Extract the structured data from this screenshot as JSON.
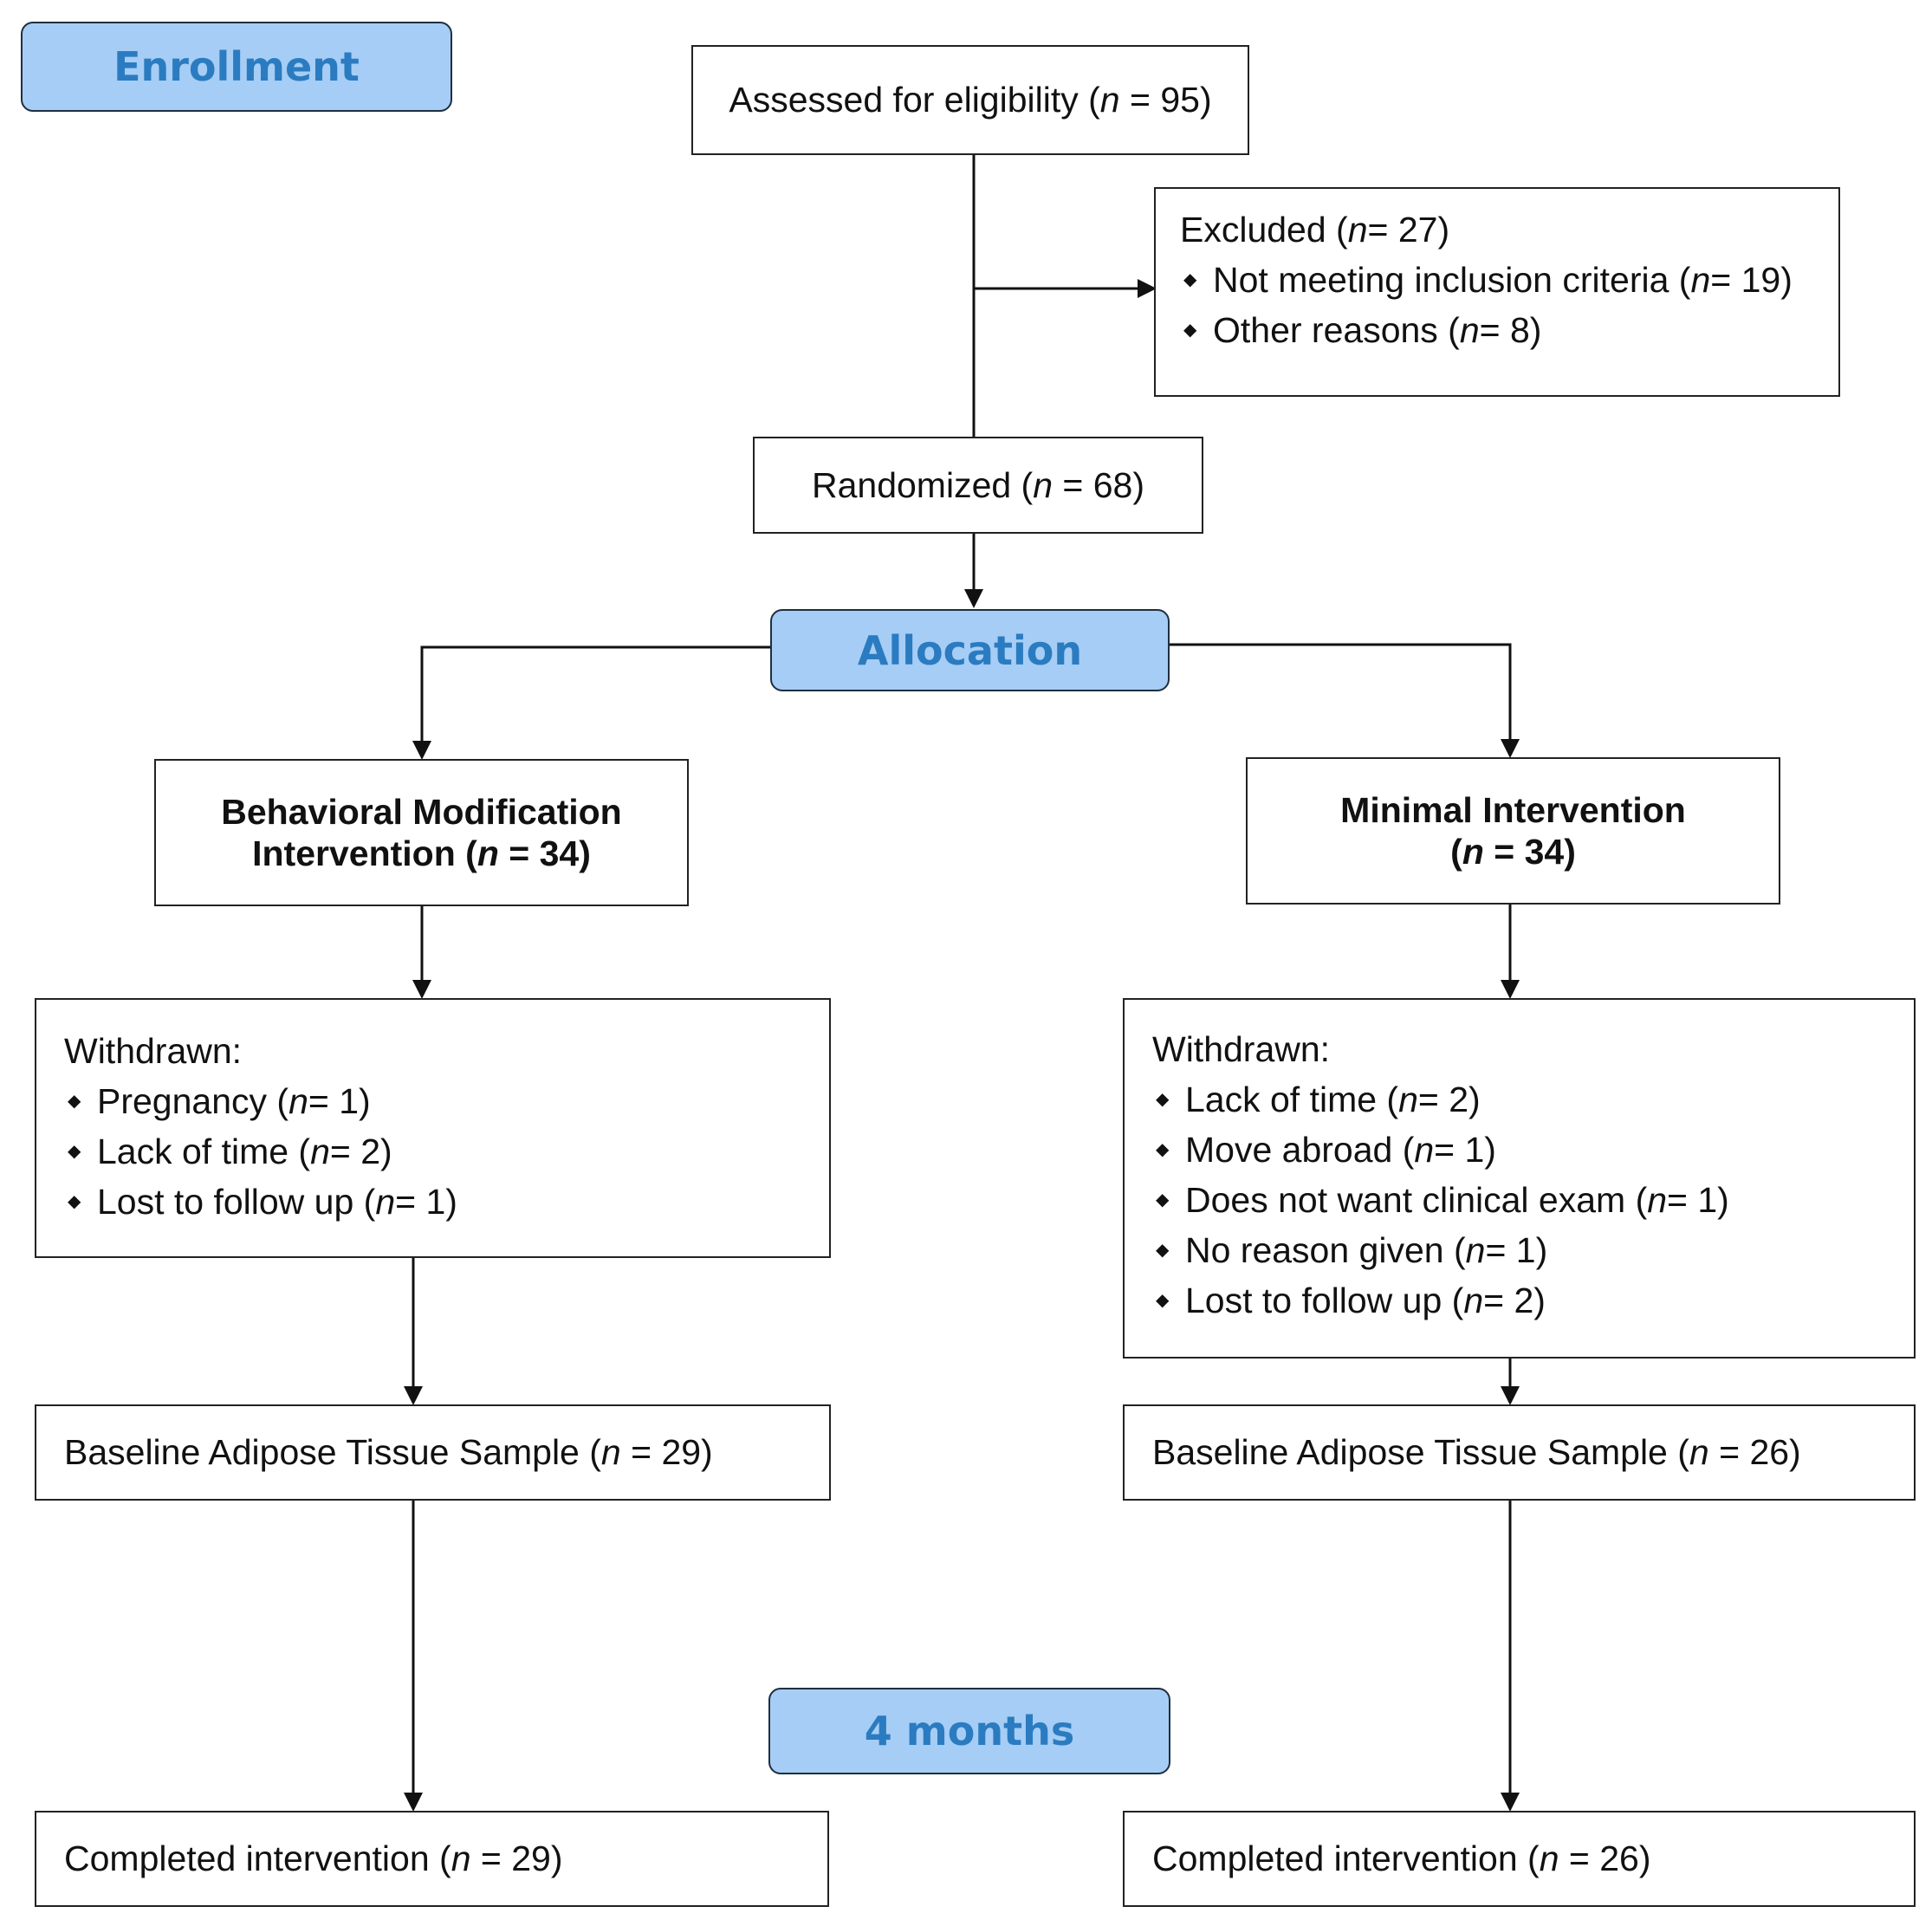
{
  "stages": {
    "enrollment": "Enrollment",
    "allocation": "Allocation",
    "followup": "4 months"
  },
  "assessed": {
    "label": "Assessed for eligibility (",
    "n_sym": "n",
    "value": " = 95)"
  },
  "excluded": {
    "head_label": "Excluded (",
    "head_n": "n",
    "head_value": " = 27)",
    "items": [
      {
        "label": "Not meeting inclusion criteria (",
        "n": "n",
        "value": " = 19)"
      },
      {
        "label": "Other reasons (",
        "n": "n",
        "value": " = 8)"
      }
    ]
  },
  "randomized": {
    "label": "Randomized (",
    "n_sym": "n",
    "value": " = 68)"
  },
  "arms": {
    "left": {
      "title_line1": "Behavioral Modification",
      "title_line2": "Intervention (",
      "n_sym": "n",
      "value": " = 34)",
      "withdrawn_head": "Withdrawn:",
      "withdrawn": [
        {
          "label": "Pregnancy (",
          "n": "n",
          "value": " = 1)"
        },
        {
          "label": "Lack of time (",
          "n": "n",
          "value": " = 2)"
        },
        {
          "label": "Lost to follow up (",
          "n": "n",
          "value": " = 1)"
        }
      ],
      "baseline": {
        "label": "Baseline Adipose Tissue Sample (",
        "n": "n",
        "value": " = 29)"
      },
      "completed": {
        "label": "Completed intervention (",
        "n": "n",
        "value": " = 29)"
      }
    },
    "right": {
      "title_line1": "Minimal Intervention",
      "title_line2": "(",
      "n_sym": "n",
      "value": " = 34)",
      "withdrawn_head": "Withdrawn:",
      "withdrawn": [
        {
          "label": "Lack of time (",
          "n": "n",
          "value": " = 2)"
        },
        {
          "label": "Move abroad (",
          "n": "n",
          "value": " = 1)"
        },
        {
          "label": "Does not want clinical exam (",
          "n": "n",
          "value": " = 1)"
        },
        {
          "label": "No reason given (",
          "n": "n",
          "value": " = 1)"
        },
        {
          "label": "Lost to follow up (",
          "n": "n",
          "value": " = 2)"
        }
      ],
      "baseline": {
        "label": "Baseline Adipose Tissue Sample (",
        "n": "n",
        "value": " = 26)"
      },
      "completed": {
        "label": "Completed intervention (",
        "n": "n",
        "value": " = 26)"
      }
    }
  },
  "colors": {
    "stage_fill": "#a6cdf5",
    "stage_text": "#2b7bc0",
    "line": "#111111"
  }
}
